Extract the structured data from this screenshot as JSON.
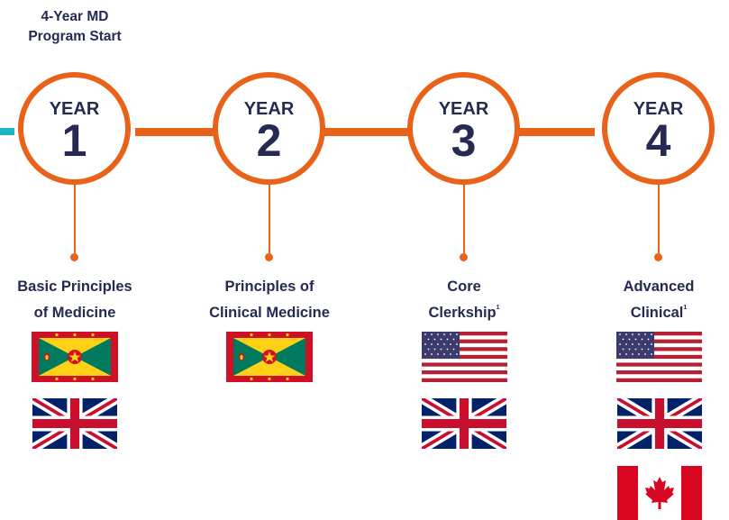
{
  "start": {
    "line1": "4-Year MD",
    "line2": "Program Start"
  },
  "years": [
    {
      "label": "YEAR",
      "number": "1",
      "phase_line1": "Basic Principles",
      "phase_line2": "of Medicine",
      "phase_note": "",
      "flags": [
        "grenada",
        "united-kingdom"
      ]
    },
    {
      "label": "YEAR",
      "number": "2",
      "phase_line1": "Principles of",
      "phase_line2": "Clinical Medicine",
      "phase_note": "",
      "flags": [
        "grenada"
      ]
    },
    {
      "label": "YEAR",
      "number": "3",
      "phase_line1": "Core",
      "phase_line2": "Clerkship",
      "phase_note": "1",
      "flags": [
        "united-states",
        "united-kingdom"
      ]
    },
    {
      "label": "YEAR",
      "number": "4",
      "phase_line1": "Advanced",
      "phase_line2": "Clinical",
      "phase_note": "1",
      "flags": [
        "united-states",
        "united-kingdom",
        "canada"
      ]
    }
  ],
  "colors": {
    "timeline": "#e8621a",
    "lead_in": "#20b5c5",
    "text": "#262a52"
  }
}
